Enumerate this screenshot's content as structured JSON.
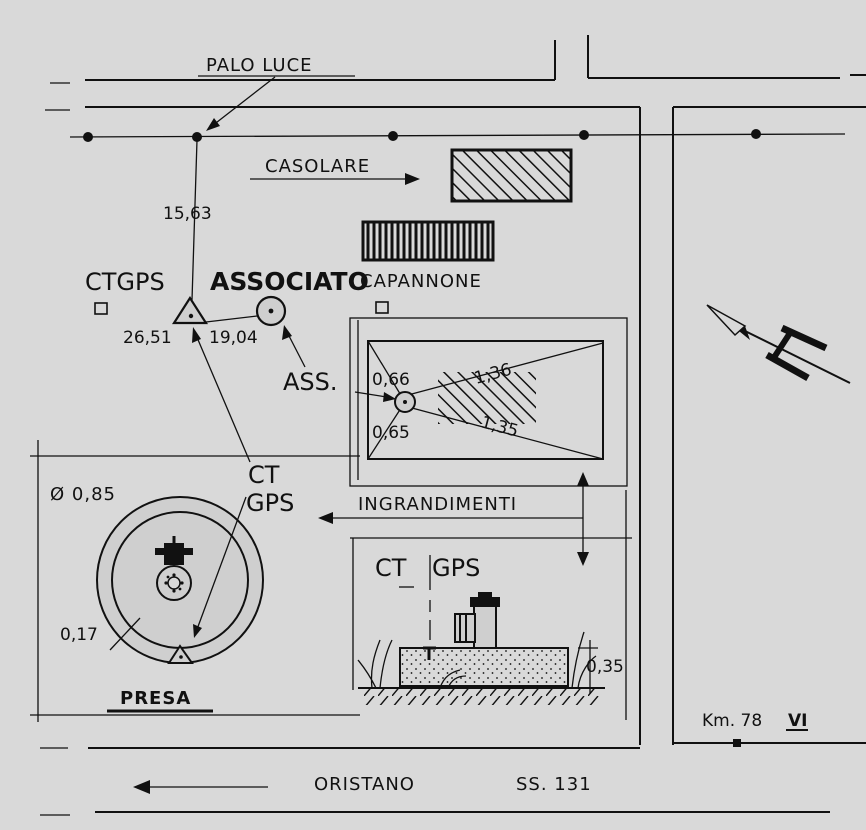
{
  "labels": {
    "palo_luce": "PALO LUCE",
    "casolare": "CASOLARE",
    "capannone": "CAPANNONE",
    "ctgps_main": "CTGPS",
    "associato": "ASSOCIATO",
    "ass": "ASS.",
    "ct": "CT",
    "gps": "GPS",
    "ingrandimenti": "INGRANDIMENTI",
    "ct_gps_ct": "CT",
    "ct_gps_gps": "GPS",
    "diameter": "Ø 0,85",
    "presa": "PRESA",
    "oristano": "ORISTANO",
    "road": "SS. 131",
    "km": "Km. 78",
    "km_roman": "VI"
  },
  "measurements": {
    "pole_distance": "15,63",
    "left_offset": "26,51",
    "assoc_distance": "19,04",
    "inset_0_66": "0,66",
    "inset_0_65": "0,65",
    "inset_1_36": "1,36",
    "inset_1_35": "1,35",
    "presa_0_17": "0,17",
    "height_0_35": "0,35"
  },
  "colors": {
    "background": "#d9d9d9",
    "ink": "#111111",
    "fill_light": "#cfcfcf"
  },
  "icons": {
    "north_arrow": "north-arrow-icon",
    "triangle": "triangle-marker-icon",
    "circle": "circle-marker-icon",
    "square": "square-marker-icon"
  }
}
